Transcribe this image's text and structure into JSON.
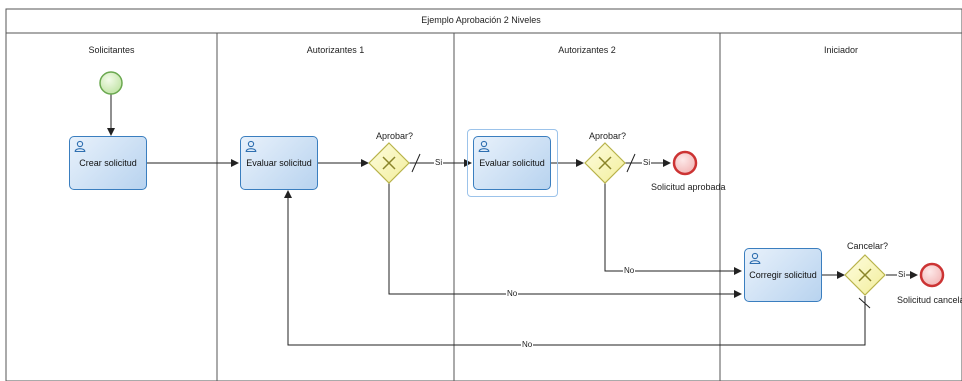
{
  "pool": {
    "title": "Ejemplo Aprobación 2 Niveles"
  },
  "lanes": [
    {
      "title": "Solicitantes"
    },
    {
      "title": "Autorizantes 1"
    },
    {
      "title": "Autorizantes 2"
    },
    {
      "title": "Iniciador"
    }
  ],
  "tasks": {
    "crear": "Crear solicitud",
    "evaluar1": "Evaluar solicitud",
    "evaluar2": "Evaluar solicitud",
    "corregir": "Corregir solicitud"
  },
  "gateways": {
    "aprobar1": "Aprobar?",
    "aprobar2": "Aprobar?",
    "cancelar": "Cancelar?"
  },
  "events": {
    "aprobada": "Solicitud aprobada",
    "cancelada": "Solicitud cancelac"
  },
  "edge_labels": {
    "si": "Si",
    "no": "No"
  },
  "colors": {
    "task_border": "#3a7ebf",
    "start_fill": "#d4edbc",
    "start_stroke": "#6aa84f",
    "end_fill": "#f4c7c7",
    "end_stroke": "#cc3333",
    "gateway_fill": "#fdfbc4",
    "gateway_stroke": "#b8b34a"
  }
}
